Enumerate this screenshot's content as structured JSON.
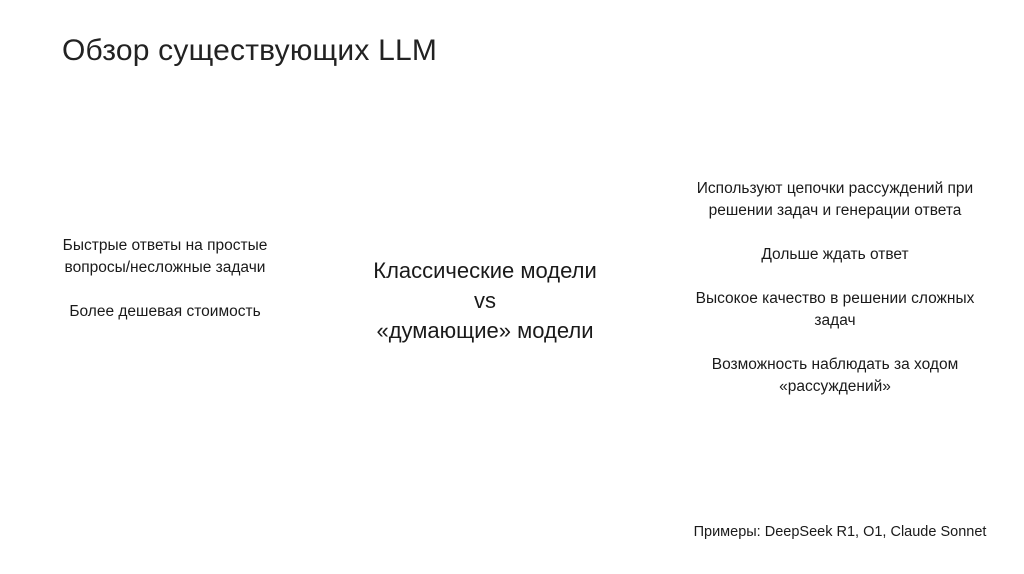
{
  "slide": {
    "title": "Обзор существующих LLM",
    "left": {
      "items": [
        {
          "lines": [
            "Быстрые ответы на простые",
            "вопросы/несложные задачи"
          ]
        },
        {
          "lines": [
            "Более дешевая стоимость"
          ]
        }
      ]
    },
    "center": {
      "lines": [
        "Классические модели",
        "vs",
        "«думающие» модели"
      ]
    },
    "right": {
      "items": [
        {
          "lines": [
            "Используют цепочки рассуждений при",
            "решении задач и генерации ответа"
          ]
        },
        {
          "lines": [
            "Дольше ждать ответ"
          ]
        },
        {
          "lines": [
            "Высокое качество в решении сложных",
            "задач"
          ]
        },
        {
          "lines": [
            "Возможность наблюдать за ходом",
            "«рассуждений»"
          ]
        }
      ]
    },
    "examples": "Примеры: DeepSeek R1, O1, Claude Sonnet"
  }
}
